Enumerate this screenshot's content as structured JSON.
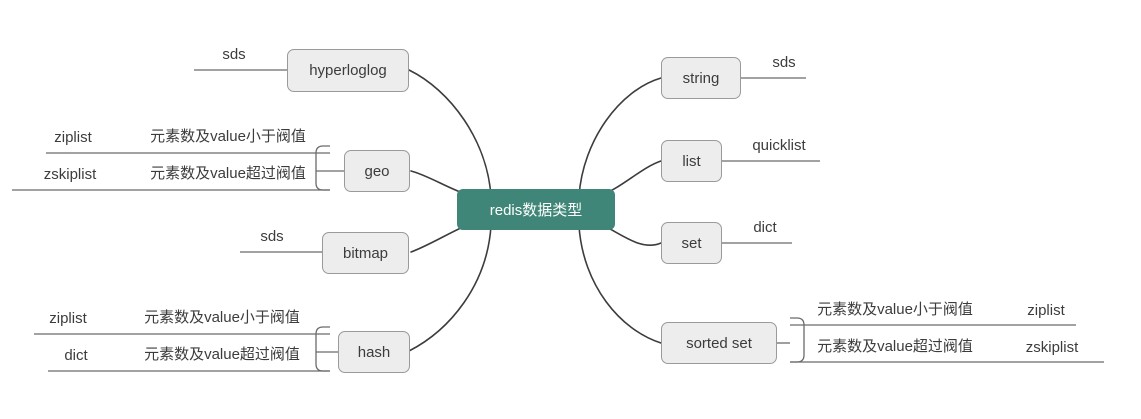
{
  "diagram": {
    "type": "mindmap",
    "title": "redis数据类型",
    "root": {
      "label": "redis数据类型",
      "color": "#3f8678",
      "text_color": "#ffffff"
    },
    "node_style": {
      "fill": "#ededed",
      "border": "#9a9a9a",
      "text": "#3c3c3c"
    },
    "connector_color": "#3c3c3c",
    "branches": [
      {
        "id": "hyperloglog",
        "label": "hyperloglog",
        "side": "left",
        "children": [
          {
            "id": "hyperloglog-sds",
            "label": "sds"
          }
        ]
      },
      {
        "id": "geo",
        "label": "geo",
        "side": "left",
        "children": [
          {
            "id": "geo-ziplist",
            "label": "ziplist",
            "condition": "元素数及value小于阀值"
          },
          {
            "id": "geo-zskiplist",
            "label": "zskiplist",
            "condition": "元素数及value超过阀值"
          }
        ]
      },
      {
        "id": "bitmap",
        "label": "bitmap",
        "side": "left",
        "children": [
          {
            "id": "bitmap-sds",
            "label": "sds"
          }
        ]
      },
      {
        "id": "hash",
        "label": "hash",
        "side": "left",
        "children": [
          {
            "id": "hash-ziplist",
            "label": "ziplist",
            "condition": "元素数及value小于阀值"
          },
          {
            "id": "hash-dict",
            "label": "dict",
            "condition": "元素数及value超过阀值"
          }
        ]
      },
      {
        "id": "string",
        "label": "string",
        "side": "right",
        "children": [
          {
            "id": "string-sds",
            "label": "sds"
          }
        ]
      },
      {
        "id": "list",
        "label": "list",
        "side": "right",
        "children": [
          {
            "id": "list-quicklist",
            "label": "quicklist"
          }
        ]
      },
      {
        "id": "set",
        "label": "set",
        "side": "right",
        "children": [
          {
            "id": "set-dict",
            "label": "dict"
          }
        ]
      },
      {
        "id": "sortedset",
        "label": "sorted set",
        "side": "right",
        "children": [
          {
            "id": "sortedset-ziplist",
            "label": "ziplist",
            "condition": "元素数及value小于阀值"
          },
          {
            "id": "sortedset-zskiplist",
            "label": "zskiplist",
            "condition": "元素数及value超过阀值"
          }
        ]
      }
    ]
  }
}
